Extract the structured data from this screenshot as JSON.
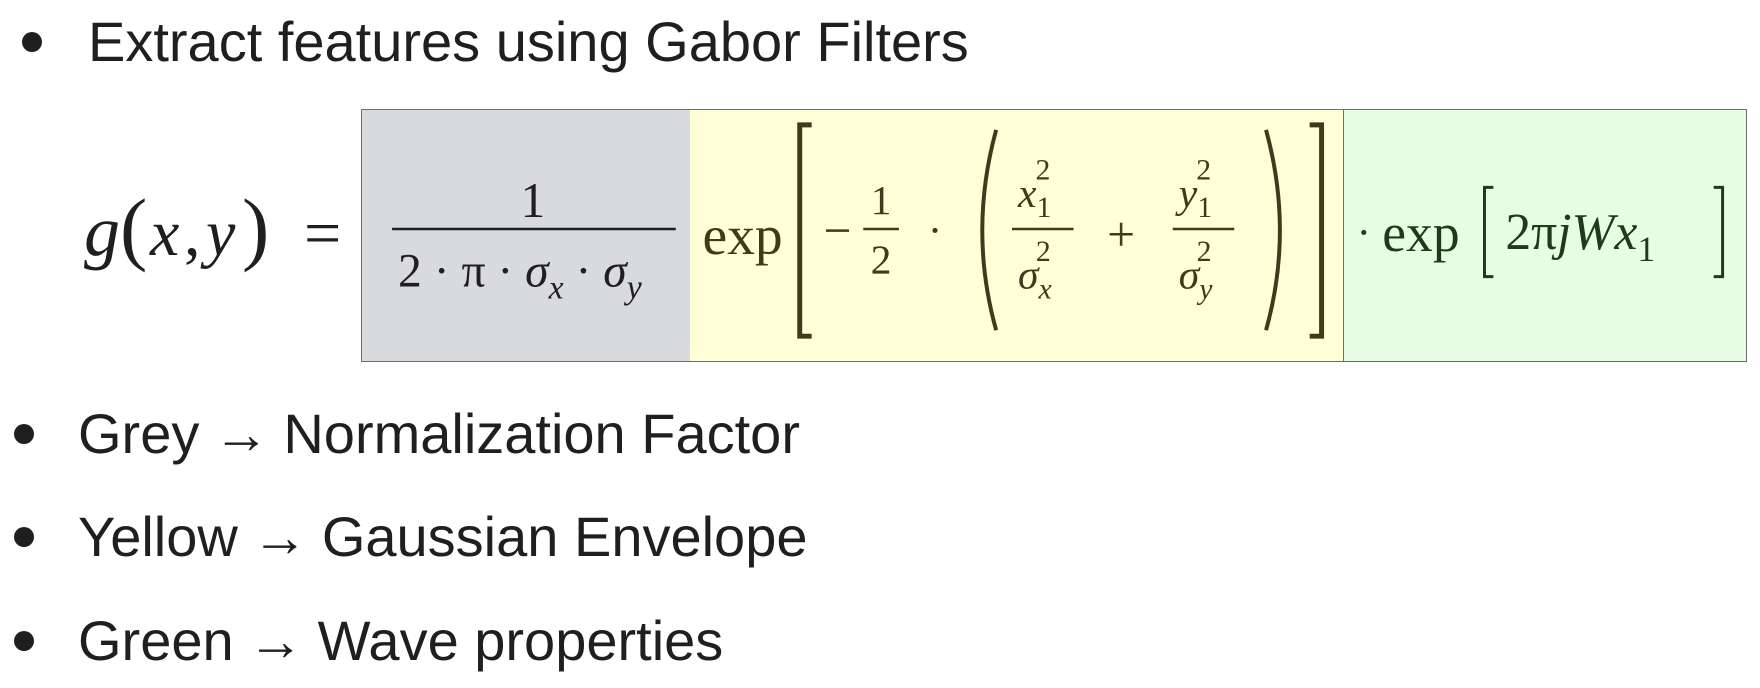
{
  "bullets_top": [
    {
      "text": "Extract features using Gabor Filters"
    }
  ],
  "formula": {
    "lhs": "g(x, y)",
    "equals": "=",
    "grey": {
      "color": "#d9dade",
      "numerator": "1",
      "denominator": "2 · π · σx · σy"
    },
    "yellow": {
      "color": "#fffed6",
      "func": "exp",
      "minus": "−",
      "half_num": "1",
      "half_den": "2",
      "dot": "·",
      "plus": "+",
      "term1_num": "x1²",
      "term1_den": "σx²",
      "term2_num": "y1²",
      "term2_den": "σy²"
    },
    "green": {
      "color": "#e7fde3",
      "dot": "·",
      "func": "exp",
      "arg": "2πjWx1"
    }
  },
  "legend": [
    {
      "color_name": "Grey",
      "arrow": "→",
      "meaning": "Normalization Factor"
    },
    {
      "color_name": "Yellow",
      "arrow": "→",
      "meaning": "Gaussian Envelope"
    },
    {
      "color_name": "Green",
      "arrow": "→",
      "meaning": "Wave properties"
    }
  ]
}
